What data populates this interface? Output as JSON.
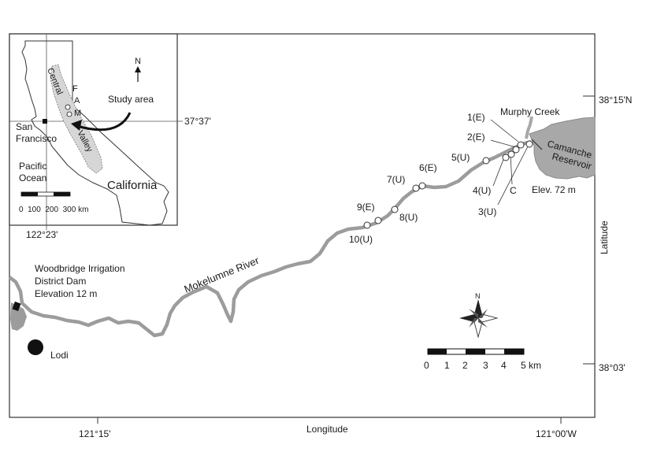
{
  "axes": {
    "xlabel": "Longitude",
    "ylabel": "Latitude",
    "x_ticks": [
      "121°15'",
      "121°00'W"
    ],
    "y_ticks": [
      "38°15'N",
      "38°03'"
    ]
  },
  "river": {
    "label": "Mokelumne River"
  },
  "creek": {
    "label": "Murphy Creek"
  },
  "reservoir": {
    "name_line1": "Camanche",
    "name_line2": "Reservoir",
    "elevation": "Elev. 72 m"
  },
  "dam": {
    "line1": "Woodbridge Irrigation",
    "line2": "District Dam",
    "line3": "Elevation 12 m"
  },
  "town": {
    "label": "Lodi"
  },
  "sites": [
    "1(E)",
    "2(E)",
    "3(U)",
    "4(U)",
    "C",
    "5(U)",
    "6(E)",
    "7(U)",
    "8(U)",
    "9(E)",
    "10(U)"
  ],
  "north_arrow": {
    "label": "N"
  },
  "scale_bar": {
    "ticks": [
      "0",
      "1",
      "2",
      "3",
      "4",
      "5 km"
    ]
  },
  "inset": {
    "lat_label": "37°37'",
    "lon_label": "122°23'",
    "north": "N",
    "study_area": "Study area",
    "sf_line1": "San",
    "sf_line2": "Francisco",
    "ocean_line1": "Pacific",
    "ocean_line2": "Ocean",
    "state": "California",
    "central": "Central",
    "valley": "Valley",
    "markers": [
      "F",
      "A",
      "M"
    ],
    "scale": "0  100  200  300 km"
  }
}
